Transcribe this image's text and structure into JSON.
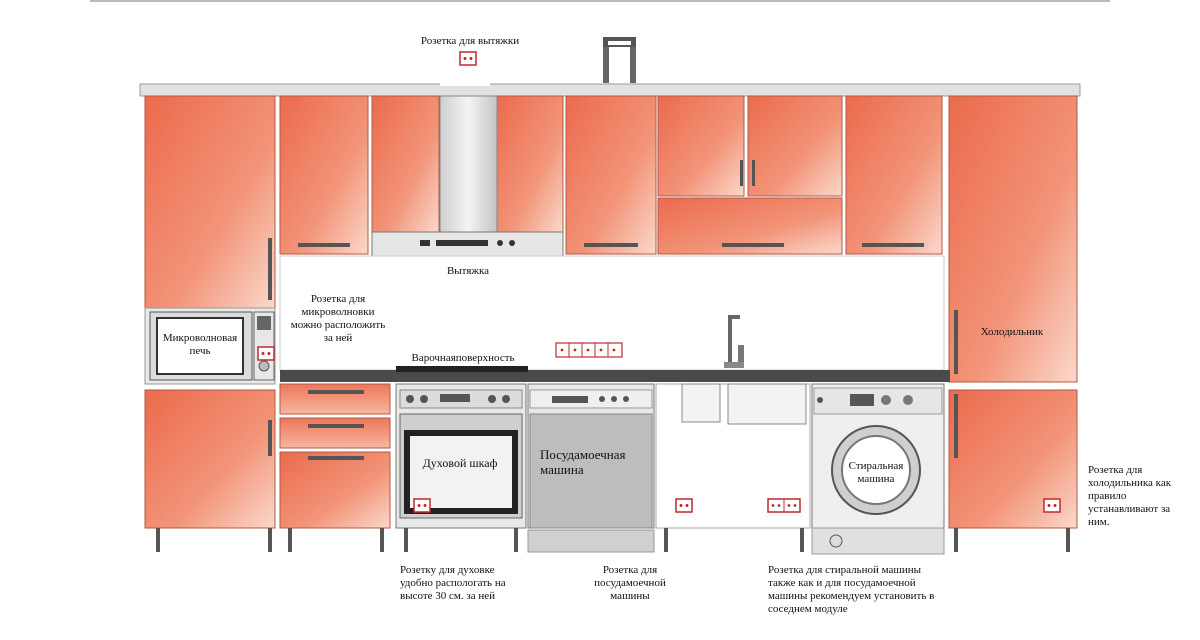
{
  "labels": {
    "hood_socket": "Розетка для вытяжки",
    "hood": "Вытяжка",
    "microwave_socket": "Розетка для микроволновки можно расположить за ней",
    "cooktop": "Варочнаяповерхность",
    "microwave": "Микроволновая печь",
    "refrigerator": "Холодильник",
    "oven": "Духовой шкаф",
    "dishwasher": "Посудамоечная машина",
    "washing_machine": "Стиральная машина",
    "fridge_socket": "Розетка для холодильника как правило устанавливают за ним.",
    "oven_socket": "Розетку для духовке удобно распологать на высоте 30 см. за ней",
    "dishwasher_socket": "Розетка для посудамоечной машины",
    "washer_socket": "Розетка для стиральной машины также как и для посудамоечной машины рекомендуем установить в соседнем модуле"
  },
  "colors": {
    "cabinet_orange": "#ee7a5c",
    "cabinet_light": "#f7c2b0",
    "steel": "#d6d6d6",
    "countertop": "#4a4a4a",
    "socket_red": "#c0282d"
  }
}
